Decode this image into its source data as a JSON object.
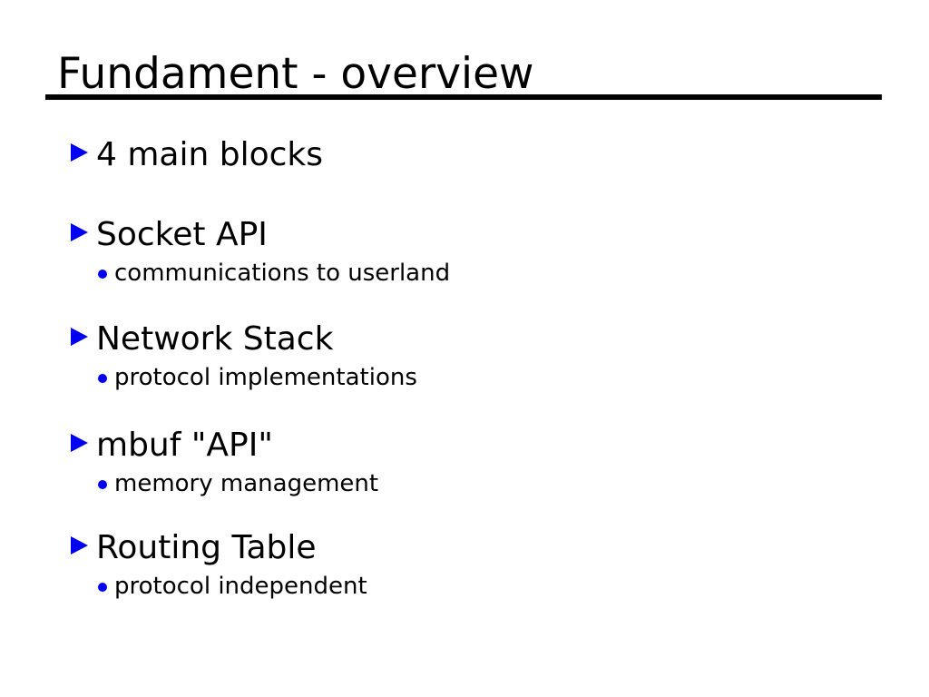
{
  "slide": {
    "title": "Fundament - overview",
    "items": [
      {
        "heading": "4 main blocks",
        "sub": null
      },
      {
        "heading": "Socket API",
        "sub": "communications to userland"
      },
      {
        "heading": "Network Stack",
        "sub": "protocol implementations"
      },
      {
        "heading": "mbuf \"API\"",
        "sub": "memory management"
      },
      {
        "heading": "Routing Table",
        "sub": "protocol independent"
      }
    ],
    "colors": {
      "background": "#ffffff",
      "text": "#000000",
      "rule": "#000000",
      "bullet": "#0000f0"
    }
  }
}
